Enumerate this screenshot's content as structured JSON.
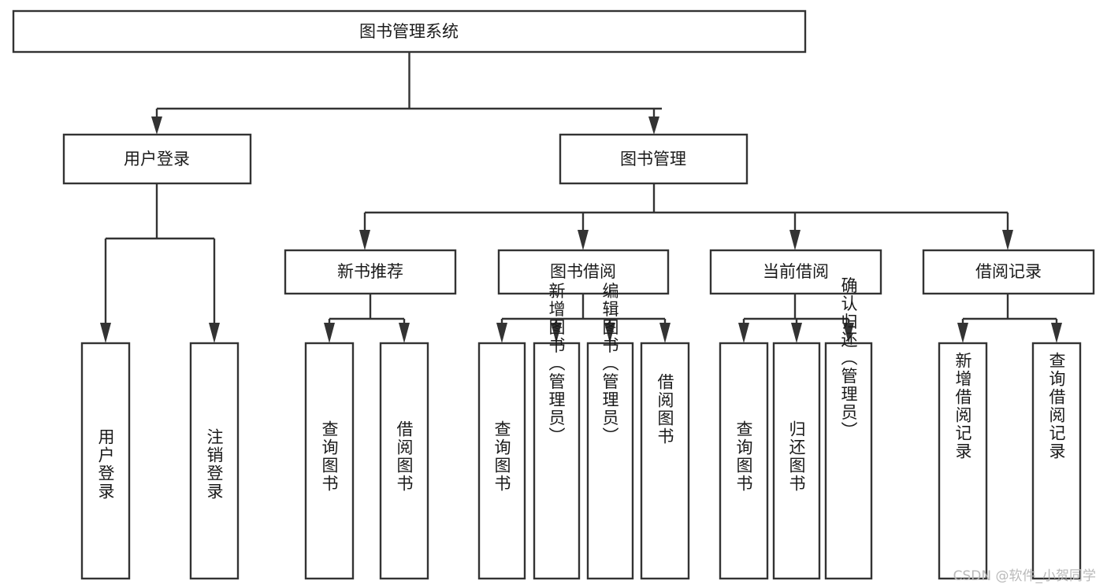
{
  "diagram": {
    "title": "图书管理系统",
    "type": "hierarchy-tree",
    "orientation": "top-down",
    "colors": {
      "box_fill": "#ffffff",
      "box_stroke": "#333333",
      "text": "#1a1a1a",
      "background": "#ffffff",
      "watermark": "#b9b9b9"
    },
    "levels": [
      {
        "level": 1,
        "nodes": [
          {
            "id": "root",
            "label": "图书管理系统",
            "orientation": "horizontal"
          }
        ]
      },
      {
        "level": 2,
        "nodes": [
          {
            "id": "user-login",
            "label": "用户登录",
            "orientation": "horizontal",
            "parent": "root"
          },
          {
            "id": "book-manage",
            "label": "图书管理",
            "orientation": "horizontal",
            "parent": "root"
          }
        ]
      },
      {
        "level": 3,
        "nodes": [
          {
            "id": "new-book-rec",
            "label": "新书推荐",
            "orientation": "horizontal",
            "parent": "book-manage"
          },
          {
            "id": "book-borrow",
            "label": "图书借阅",
            "orientation": "horizontal",
            "parent": "book-manage"
          },
          {
            "id": "current-borrow",
            "label": "当前借阅",
            "orientation": "horizontal",
            "parent": "book-manage"
          },
          {
            "id": "borrow-record",
            "label": "借阅记录",
            "orientation": "horizontal",
            "parent": "book-manage"
          }
        ]
      },
      {
        "level": 4,
        "nodes": [
          {
            "id": "leaf-user-login",
            "label": "用户登录",
            "orientation": "vertical",
            "parent": "user-login"
          },
          {
            "id": "leaf-logout",
            "label": "注销登录",
            "orientation": "vertical",
            "parent": "user-login"
          },
          {
            "id": "leaf-query-book-1",
            "label": "查询图书",
            "orientation": "vertical",
            "parent": "new-book-rec"
          },
          {
            "id": "leaf-borrow-book-1",
            "label": "借阅图书",
            "orientation": "vertical",
            "parent": "new-book-rec"
          },
          {
            "id": "leaf-query-book-2",
            "label": "查询图书",
            "orientation": "vertical",
            "parent": "book-borrow"
          },
          {
            "id": "leaf-add-book",
            "label": "新增图书（管理员）",
            "orientation": "vertical",
            "parent": "book-borrow"
          },
          {
            "id": "leaf-edit-book",
            "label": "编辑图书（管理员）",
            "orientation": "vertical",
            "parent": "book-borrow"
          },
          {
            "id": "leaf-borrow-book-2",
            "label": "借阅图书",
            "orientation": "vertical",
            "parent": "book-borrow"
          },
          {
            "id": "leaf-query-book-3",
            "label": "查询图书",
            "orientation": "vertical",
            "parent": "current-borrow"
          },
          {
            "id": "leaf-return-book",
            "label": "归还图书",
            "orientation": "vertical",
            "parent": "current-borrow"
          },
          {
            "id": "leaf-confirm-return",
            "label": "确认归还（管理员）",
            "orientation": "vertical",
            "parent": "current-borrow"
          },
          {
            "id": "leaf-add-record",
            "label": "新增借阅记录",
            "orientation": "vertical",
            "parent": "borrow-record"
          },
          {
            "id": "leaf-query-record",
            "label": "查询借阅记录",
            "orientation": "vertical",
            "parent": "borrow-record"
          }
        ]
      }
    ]
  },
  "watermark": {
    "text": "CSDN @软件_小贺同学"
  }
}
